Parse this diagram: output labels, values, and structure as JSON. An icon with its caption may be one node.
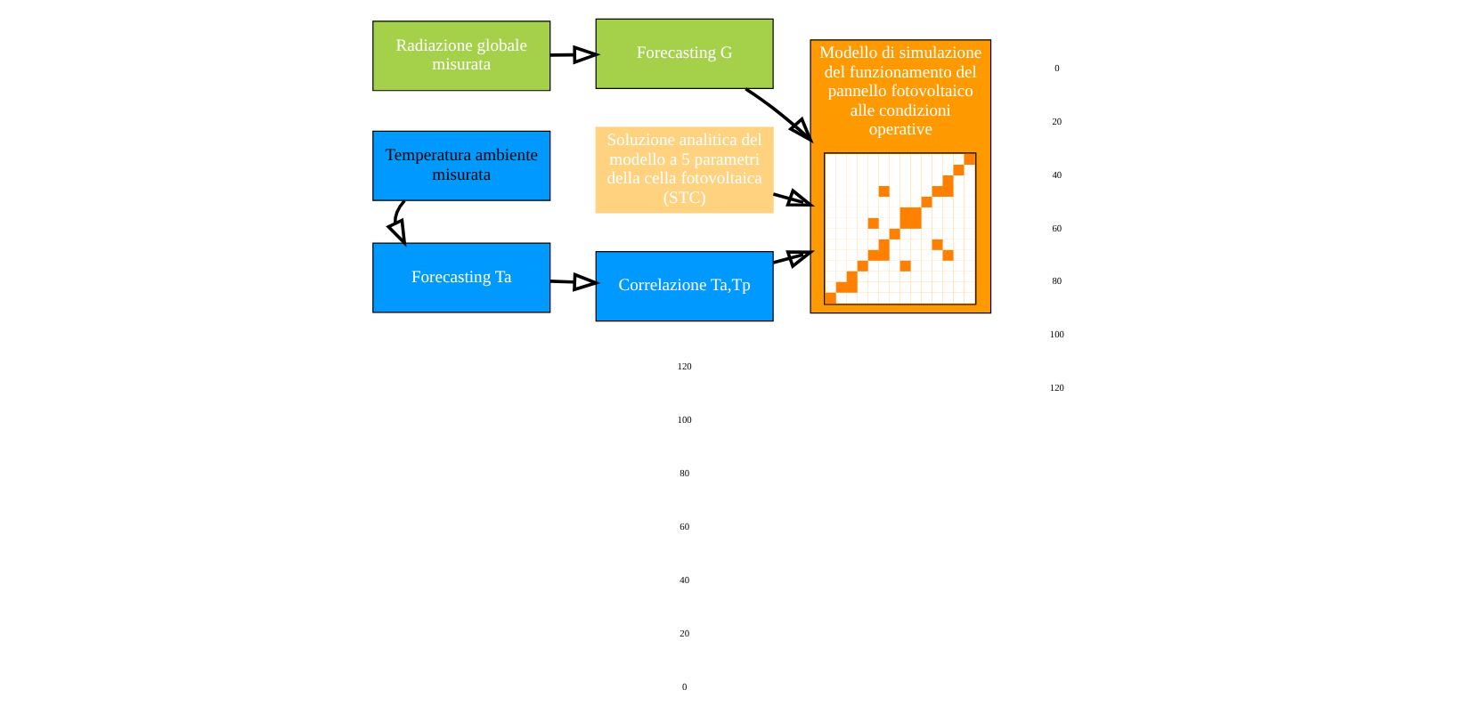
{
  "diagram": {
    "nodes": [
      {
        "text": [
          "Radiazione globale misurata"
        ]
      },
      {
        "text": [
          "Forecasting G"
        ]
      },
      {
        "text": [
          "Modello di simulazione del funzionamento del pannello fotovoltaico alle condizioni operative"
        ]
      },
      {
        "text": [
          "Temperatura ambiente misurata"
        ]
      },
      {
        "text": [
          "Soluzione analitica del modello a 5 parametri della cella fotovoltaica (STC)"
        ]
      },
      {
        "text": [
          "Forecasting Ta"
        ]
      },
      {
        "text": [
          "Correlazione Ta,Tp"
        ]
      },
      {
        "text": [],
        "shape": "picture",
        "in": 2
      }
    ],
    "edges": [
      {
        "from": 0,
        "to": 1,
        "arrow": "to"
      },
      {
        "from": 1,
        "to": 2,
        "arrow": "to"
      },
      {
        "from": 3,
        "to": 5,
        "arrow": "to"
      },
      {
        "from": 4,
        "to": 2,
        "arrow": "to"
      },
      {
        "from": 5,
        "to": 6,
        "arrow": "to"
      },
      {
        "from": 6,
        "to": 2,
        "arrow": "to"
      }
    ],
    "labels": [
      "120",
      "100",
      "80",
      "60",
      "40",
      "20",
      "0",
      "0",
      "20",
      "40",
      "60",
      "80",
      "100",
      "120"
    ]
  }
}
